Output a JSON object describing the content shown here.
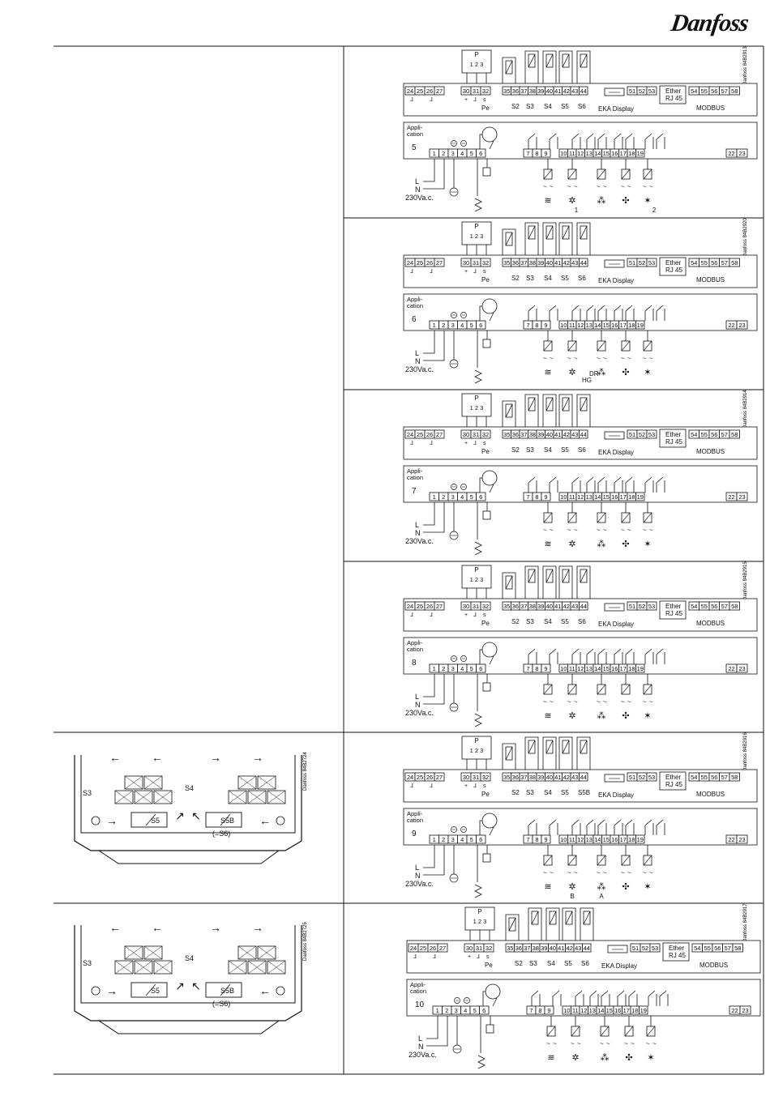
{
  "brand": {
    "logo": "Danfoss"
  },
  "terminals": {
    "top_a": [
      "24",
      "25",
      "26",
      "27"
    ],
    "top_b": [
      "30",
      "31",
      "32"
    ],
    "top_c": [
      "35",
      "36",
      "37",
      "38",
      "39",
      "40",
      "41",
      "42",
      "43",
      "44"
    ],
    "top_d": [
      "51",
      "52",
      "53"
    ],
    "top_e": [
      "54",
      "55",
      "56",
      "57",
      "58"
    ],
    "bottom_a": [
      "1",
      "2",
      "3",
      "4",
      "5",
      "6"
    ],
    "bottom_b": [
      "7",
      "8",
      "9",
      "10",
      "11",
      "12",
      "13",
      "14",
      "15",
      "16",
      "17",
      "18",
      "19"
    ],
    "bottom_c": [
      "22",
      "23"
    ]
  },
  "labels": {
    "pressure": "P",
    "p123": "1 2 3",
    "plus": "+",
    "s": "s",
    "pe": "Pe",
    "s2": "S2",
    "s3": "S3",
    "s4": "S4",
    "s5": "S5",
    "s6": "S6",
    "s5b": "S5B",
    "eka": "EKA Display",
    "ether": "Ether",
    "rj45": "RJ 45",
    "modbus": "MODBUS",
    "appl1": "Appli-",
    "appl2": "cation",
    "L": "L",
    "N": "N",
    "volt": "230Va.c.",
    "dr": "DR",
    "hg": "HG",
    "one": "1",
    "two": "2",
    "b": "B",
    "a": "A"
  },
  "panels": [
    {
      "app": "5",
      "code": "Danfoss 84B2913.10"
    },
    {
      "app": "6",
      "code": "Danfoss 84B2920.10"
    },
    {
      "app": "7",
      "code": "Danfoss 84B2914.10"
    },
    {
      "app": "8",
      "code": "Danfoss 84B2915.10"
    },
    {
      "app": "9",
      "code": "Danfoss 84B2916.10"
    },
    {
      "app": "10",
      "code": "Danfoss 84B2917.10"
    }
  ],
  "figures": [
    {
      "code": "Danfoss 84B2724.10",
      "s3": "S3",
      "s4": "S4",
      "s5": "S5",
      "s5b": "S5B",
      "eq": "(=S6)"
    },
    {
      "code": "Danfoss 84B2725.10",
      "s3": "S3",
      "s4": "S4",
      "s5": "S5",
      "s5b": "S5B",
      "eq": "(=S6)"
    }
  ]
}
